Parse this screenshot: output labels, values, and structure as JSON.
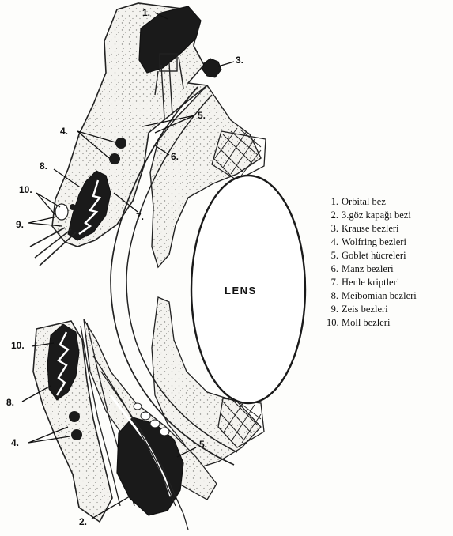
{
  "diagram": {
    "lens_label": "LENS",
    "callouts": {
      "c1": "1.",
      "c3": "3.",
      "c4_top": "4.",
      "c5_top": "5.",
      "c6": "6.",
      "c7": "7.",
      "c8_top": "8.",
      "c10_top": "10.",
      "c9": "9.",
      "c10_bottom": "10.",
      "c8_bottom": "8.",
      "c4_bottom": "4.",
      "c5_bottom": "5.",
      "c2": "2."
    }
  },
  "legend": [
    {
      "num": "1.",
      "text": "Orbital bez"
    },
    {
      "num": "2.",
      "text": "3.göz kapağı bezi"
    },
    {
      "num": "3.",
      "text": "Krause bezleri"
    },
    {
      "num": "4.",
      "text": "Wolfring bezleri"
    },
    {
      "num": "5.",
      "text": "Goblet hücreleri"
    },
    {
      "num": "6.",
      "text": "Manz bezleri"
    },
    {
      "num": "7.",
      "text": "Henle kriptleri"
    },
    {
      "num": "8.",
      "text": "Meibomian bezleri"
    },
    {
      "num": "9.",
      "text": "Zeis bezleri"
    },
    {
      "num": "10.",
      "text": "Moll bezleri"
    }
  ]
}
